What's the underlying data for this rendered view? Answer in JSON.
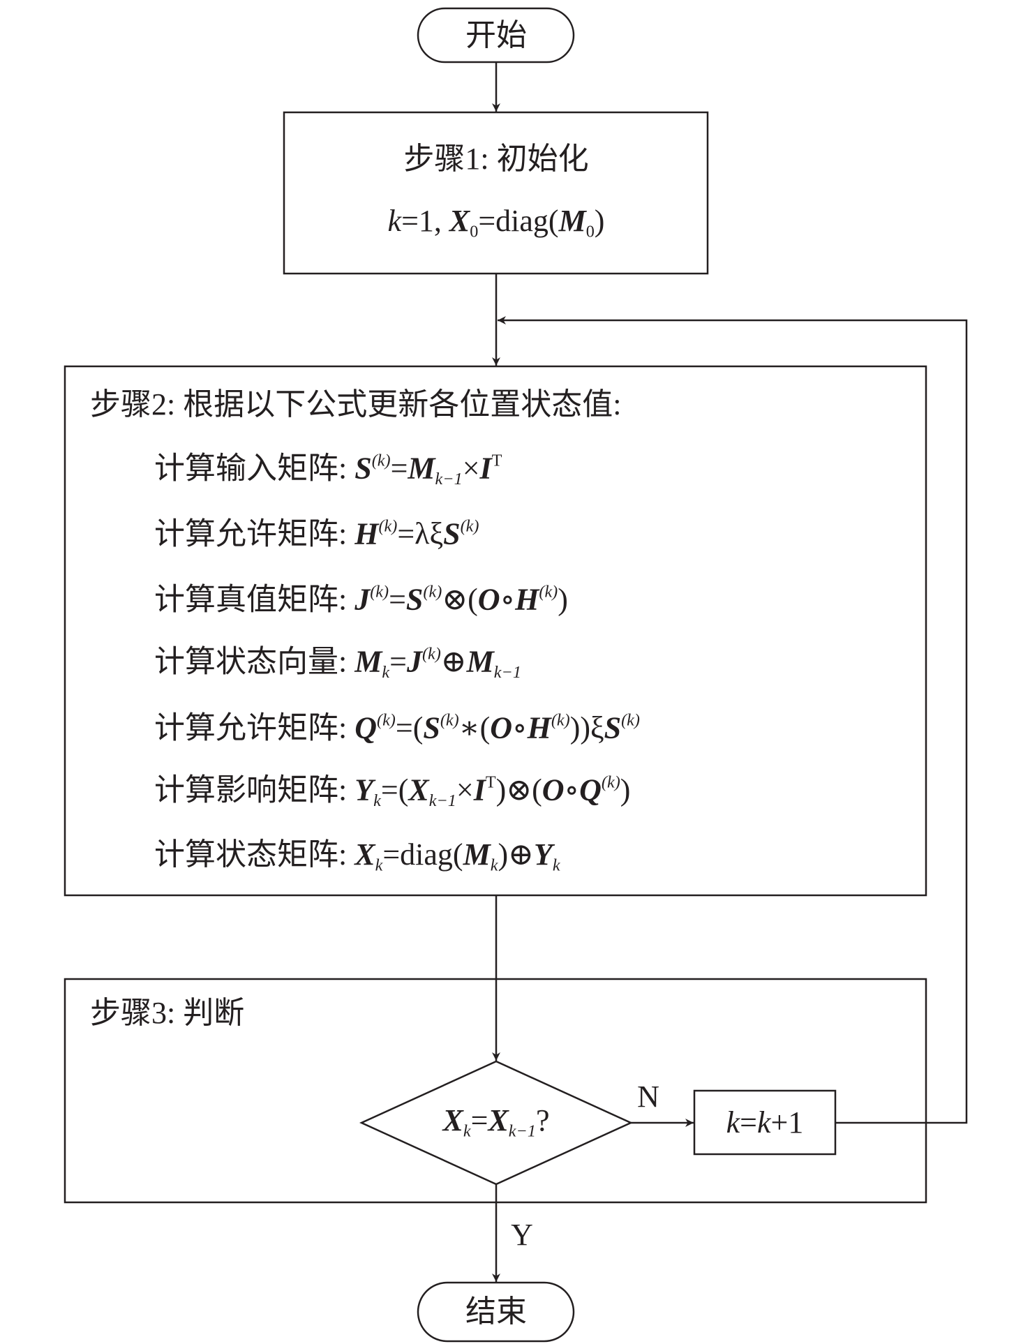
{
  "start_label": "开始",
  "end_label": "结束",
  "step1": {
    "title": "步骤1: 初始化",
    "formula": [
      [
        "k",
        "i"
      ],
      [
        "=1, ",
        "r"
      ],
      [
        "X",
        "b"
      ],
      [
        "0",
        "sub"
      ],
      [
        "=diag(",
        "r"
      ],
      [
        "M",
        "b"
      ],
      [
        "0",
        "sub"
      ],
      [
        ")",
        "r"
      ]
    ]
  },
  "step2": {
    "title": "步骤2: 根据以下公式更新各位置状态值:",
    "items": [
      {
        "label": "计算输入矩阵: ",
        "formula": [
          [
            "S",
            "b"
          ],
          [
            "(k)",
            "supk"
          ],
          [
            "=",
            "r"
          ],
          [
            "M",
            "b"
          ],
          [
            "k−1",
            "subk"
          ],
          [
            "×",
            "r"
          ],
          [
            "I",
            "b"
          ],
          [
            "T",
            "sup"
          ]
        ]
      },
      {
        "label": "计算允许矩阵: ",
        "formula": [
          [
            "H",
            "b"
          ],
          [
            "(k)",
            "supk"
          ],
          [
            "=λξ",
            "r"
          ],
          [
            "S",
            "b"
          ],
          [
            "(k)",
            "supk"
          ]
        ]
      },
      {
        "label": "计算真值矩阵: ",
        "formula": [
          [
            "J",
            "b"
          ],
          [
            "(k)",
            "supk"
          ],
          [
            "=",
            "r"
          ],
          [
            "S",
            "b"
          ],
          [
            "(k)",
            "supk"
          ],
          [
            "⊗(",
            "r"
          ],
          [
            "O",
            "b"
          ],
          [
            "∘",
            "r"
          ],
          [
            "H",
            "b"
          ],
          [
            "(k)",
            "supk"
          ],
          [
            ")",
            "r"
          ]
        ]
      },
      {
        "label": "计算状态向量: ",
        "formula": [
          [
            "M",
            "b"
          ],
          [
            "k",
            "subk"
          ],
          [
            "=",
            "r"
          ],
          [
            "J",
            "b"
          ],
          [
            "(k)",
            "supk"
          ],
          [
            "⊕",
            "r"
          ],
          [
            "M",
            "b"
          ],
          [
            "k−1",
            "subk"
          ]
        ]
      },
      {
        "label": "计算允许矩阵: ",
        "formula": [
          [
            "Q",
            "b"
          ],
          [
            "(k)",
            "supk"
          ],
          [
            "=(",
            "r"
          ],
          [
            "S",
            "b"
          ],
          [
            "(k)",
            "supk"
          ],
          [
            "∗(",
            "r"
          ],
          [
            "O",
            "b"
          ],
          [
            "∘",
            "r"
          ],
          [
            "H",
            "b"
          ],
          [
            "(k)",
            "supk"
          ],
          [
            "))ξ",
            "r"
          ],
          [
            "S",
            "b"
          ],
          [
            "(k)",
            "supk"
          ]
        ]
      },
      {
        "label": "计算影响矩阵: ",
        "formula": [
          [
            "Y",
            "b"
          ],
          [
            "k",
            "subk"
          ],
          [
            "=(",
            "r"
          ],
          [
            "X",
            "b"
          ],
          [
            "k−1",
            "subk"
          ],
          [
            "×",
            "r"
          ],
          [
            "I",
            "b"
          ],
          [
            "T",
            "sup"
          ],
          [
            ")⊗(",
            "r"
          ],
          [
            "O",
            "b"
          ],
          [
            "∘",
            "r"
          ],
          [
            "Q",
            "b"
          ],
          [
            "(k)",
            "supk"
          ],
          [
            ")",
            "r"
          ]
        ]
      },
      {
        "label": "计算状态矩阵: ",
        "formula": [
          [
            "X",
            "b"
          ],
          [
            "k",
            "subk"
          ],
          [
            "=diag(",
            "r"
          ],
          [
            "M",
            "b"
          ],
          [
            "k",
            "subk"
          ],
          [
            ")⊕",
            "r"
          ],
          [
            "Y",
            "b"
          ],
          [
            "k",
            "subk"
          ]
        ]
      }
    ]
  },
  "step3": {
    "title": "步骤3: 判断",
    "condition": [
      [
        "X",
        "b"
      ],
      [
        "k",
        "subk"
      ],
      [
        "=",
        "r"
      ],
      [
        "X",
        "b"
      ],
      [
        "k−1",
        "subk"
      ],
      [
        "?",
        "r"
      ]
    ],
    "no_label": "N",
    "yes_label": "Y",
    "increment": [
      [
        "k",
        "i"
      ],
      [
        "=",
        "r"
      ],
      [
        "k",
        "i"
      ],
      [
        "+1",
        "r"
      ]
    ]
  }
}
